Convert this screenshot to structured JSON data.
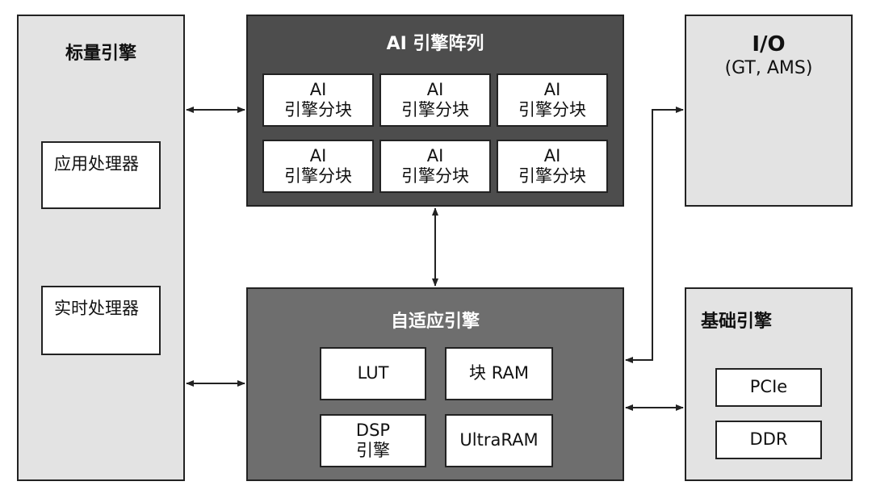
{
  "scalar_engine": {
    "title": "标量引擎",
    "app_processor": "应用处理器",
    "rt_processor": "实时处理器"
  },
  "ai_array": {
    "title": "AI 引擎阵列",
    "tiles": [
      "AI\n引擎分块",
      "AI\n引擎分块",
      "AI\n引擎分块",
      "AI\n引擎分块",
      "AI\n引擎分块",
      "AI\n引擎分块"
    ]
  },
  "io": {
    "title": "I/O",
    "subtitle": "(GT, AMS)"
  },
  "adaptive_engine": {
    "title": "自适应引擎",
    "lut": "LUT",
    "block_ram": "块 RAM",
    "dsp": "DSP\n引擎",
    "ultraram": "UltraRAM"
  },
  "base_engine": {
    "title": "基础引擎",
    "pcie": "PCIe",
    "ddr": "DDR"
  },
  "colors": {
    "light_block": "#e3e3e3",
    "dark_block": "#4d4d4d",
    "mid_block": "#6e6e6e",
    "tile": "#ffffff",
    "line": "#222222"
  }
}
